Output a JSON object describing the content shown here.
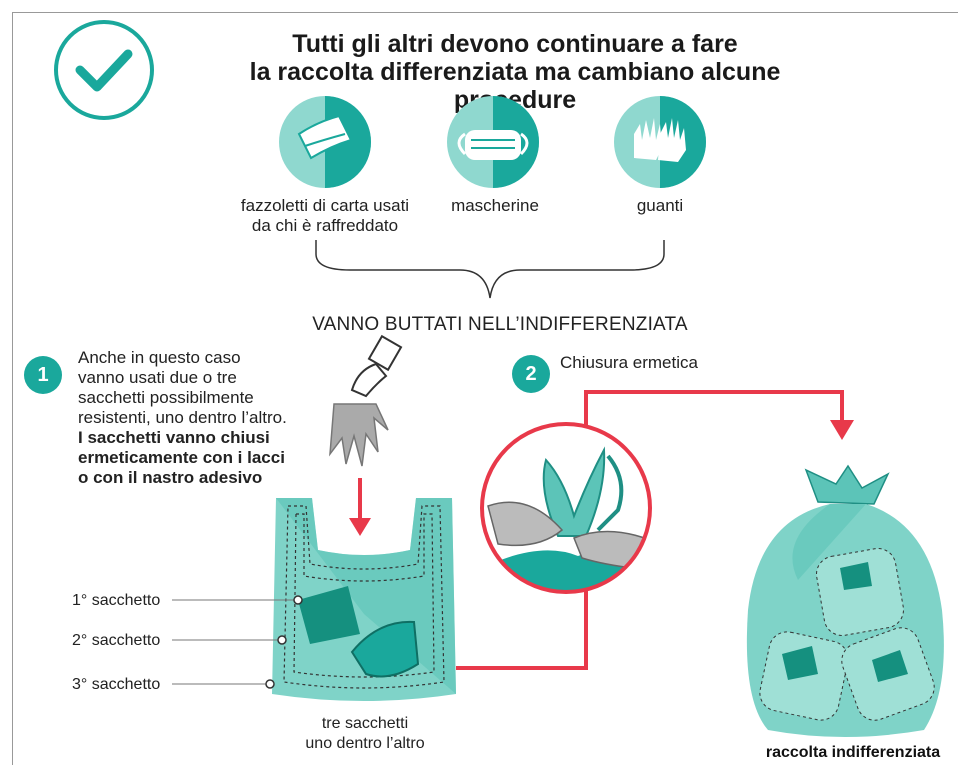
{
  "title": {
    "line1": "Tutti gli altri devono continuare a fare",
    "line2": "la raccolta differenziata ma cambiano alcune procedure"
  },
  "items": [
    {
      "icon": "tissue-icon",
      "label_line1": "fazzoletti di carta usati",
      "label_line2": "da chi è raffreddato"
    },
    {
      "icon": "mask-icon",
      "label_line1": "mascherine",
      "label_line2": ""
    },
    {
      "icon": "gloves-icon",
      "label_line1": "guanti",
      "label_line2": ""
    }
  ],
  "bracket_text": "VANNO BUTTATI NELL’INDIFFERENZIATA",
  "step1": {
    "number": "1",
    "text_plain": "Anche in questo caso vanno usati due o tre sacchetti possibilmente resistenti, uno dentro l’altro.",
    "text_bold": "I sacchetti vanno chiusi ermeticamente con i lacci o con il nastro adesivo"
  },
  "step2": {
    "number": "2",
    "text": "Chiusura ermetica"
  },
  "bag_labels": [
    "1° sacchetto",
    "2° sacchetto",
    "3° sacchetto"
  ],
  "bag_caption": {
    "line1": "tre sacchetti",
    "line2": "uno dentro l’altro"
  },
  "final_caption": "raccolta indifferenziata",
  "colors": {
    "teal": "#1aa89c",
    "light_teal": "#7fd3c8",
    "red": "#e8394a"
  }
}
